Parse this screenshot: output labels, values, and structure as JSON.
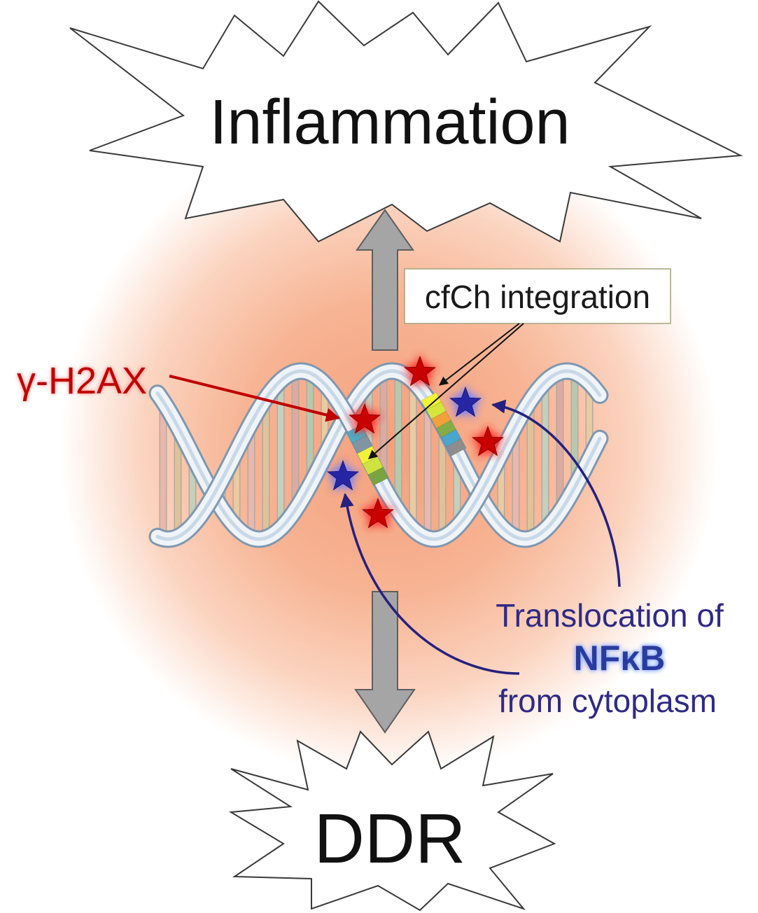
{
  "diagram": {
    "top_outcome": "Inflammation",
    "bottom_outcome": "DDR",
    "integration_label": "cfCh integration",
    "marker_label": "γ-H2AX",
    "translocation": {
      "line1": "Translocation of",
      "factor": "NFκB",
      "line3": "from cytoplasm"
    }
  },
  "colors": {
    "background_glow": "#f6ab88",
    "marker_red": "#c00000",
    "nfkb_blue": "#2f2a86",
    "arrow_gray": "#a5a5a5",
    "star_red": "#c80000",
    "star_blue": "#2525a5"
  },
  "icons": {
    "damage_marker": "red-star-icon",
    "nfkb_marker": "blue-star-icon",
    "direction_up": "up-arrow-icon",
    "direction_down": "down-arrow-icon"
  }
}
